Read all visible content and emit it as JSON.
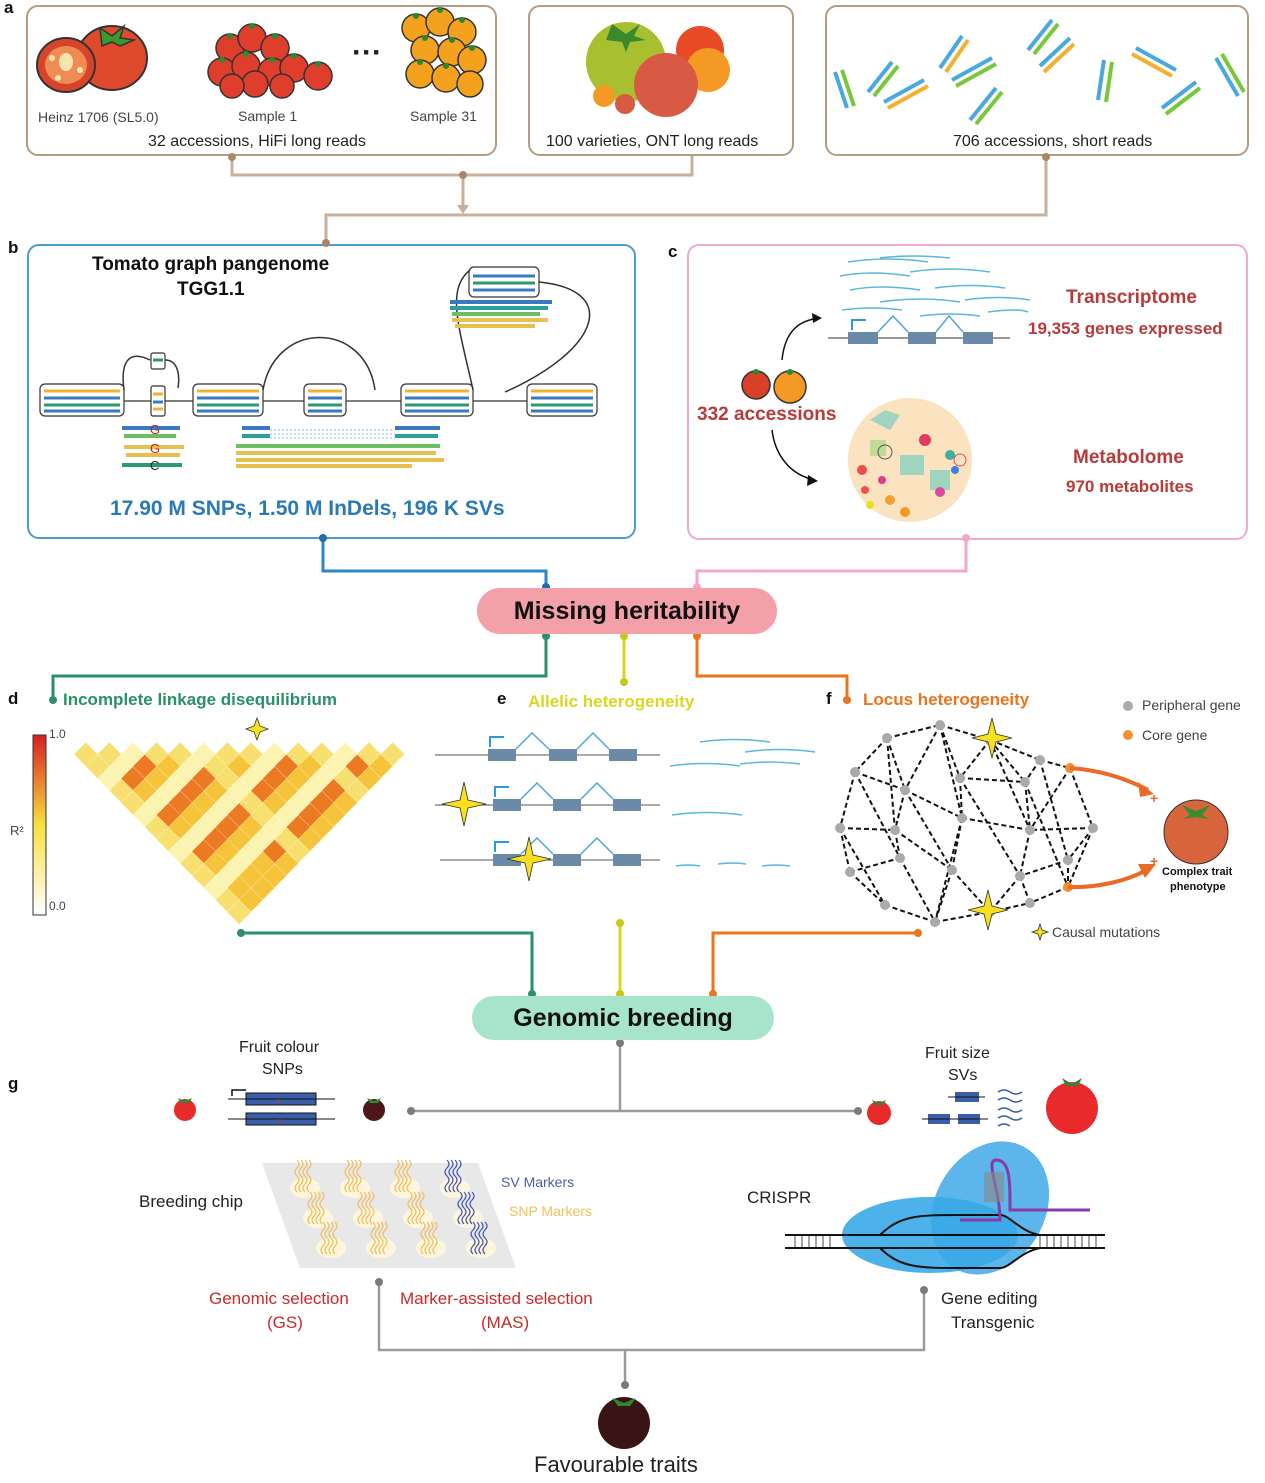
{
  "panels": {
    "a": "a",
    "b": "b",
    "c": "c",
    "d": "d",
    "e": "e",
    "f": "f",
    "g": "g"
  },
  "a": {
    "heinz_label": "Heinz 1706 (SL5.0)",
    "sample1_label": "Sample 1",
    "ellipsis": "···",
    "sample31_label": "Sample 31",
    "hifi_caption": "32 accessions, HiFi long reads",
    "ont_caption": "100 varieties, ONT long reads",
    "short_caption": "706 accessions, short reads"
  },
  "b": {
    "title_line1": "Tomato graph pangenome",
    "title_line2": "TGG1.1",
    "snp_letters": [
      "G",
      "G",
      "C"
    ],
    "variants": "17.90 M SNPs, 1.50 M InDels, 196 K SVs"
  },
  "c": {
    "accessions": "332 accessions",
    "transcriptome_title": "Transcriptome",
    "transcriptome_sub": "19,353 genes expressed",
    "metabolome_title": "Metabolome",
    "metabolome_sub": "970 metabolites"
  },
  "missing_heritability": "Missing heritability",
  "d": {
    "title": "Incomplete linkage disequilibrium",
    "scale_max": "1.0",
    "scale_min": "0.0",
    "scale_label": "R²"
  },
  "e": {
    "title": "Allelic heterogeneity"
  },
  "f": {
    "title": "Locus heterogeneity",
    "legend_peripheral": "Peripheral gene",
    "legend_core": "Core gene",
    "phenotype_line1": "Complex trait",
    "phenotype_line2": "phenotype",
    "causal": "Causal mutations"
  },
  "genomic_breeding": "Genomic breeding",
  "g": {
    "fruit_colour_line1": "Fruit colour",
    "fruit_colour_line2": "SNPs",
    "fruit_size_line1": "Fruit size",
    "fruit_size_line2": "SVs",
    "breeding_chip": "Breeding chip",
    "sv_markers": "SV Markers",
    "snp_markers": "SNP Markers",
    "crispr": "CRISPR",
    "gs_line1": "Genomic selection",
    "gs_line2": "(GS)",
    "mas_line1": "Marker-assisted selection",
    "mas_line2": "(MAS)",
    "ge_line1": "Gene editing",
    "ge_line2": "Transgenic",
    "favourable": "Favourable traits"
  },
  "colors": {
    "box_border": "#b49c84",
    "b_border": "#4c9cd4",
    "c_border": "#f0a8cc",
    "red_text": "#b83a3a",
    "blue_text": "#2a7ab8",
    "green": "#2a9068",
    "yellow": "#d8d820",
    "orange": "#e8761e",
    "pink_pill": "#f4a0a8",
    "mint_pill": "#a8e4cc"
  }
}
